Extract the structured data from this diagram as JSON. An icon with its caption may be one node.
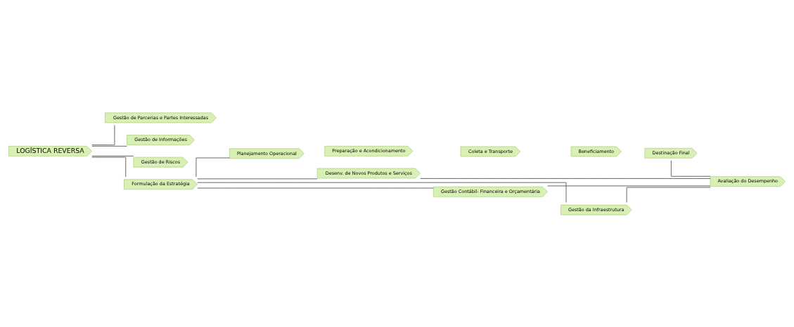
{
  "diagram": {
    "nodes": [
      {
        "text": [
          "LOGÍSTICA REVERSA"
        ]
      },
      {
        "text": [
          "Gestão de Parcerias e Partes Interessadas"
        ]
      },
      {
        "text": [
          "Gestão de Informações"
        ]
      },
      {
        "text": [
          "Gestão de Riscos"
        ]
      },
      {
        "text": [
          "Formulação da Estratégia"
        ]
      },
      {
        "text": [
          "Planejamento Operacional"
        ]
      },
      {
        "text": [
          "Preparação e Acondicionamento"
        ]
      },
      {
        "text": [
          "Coleta e Transporte"
        ]
      },
      {
        "text": [
          "Beneficiamento"
        ]
      },
      {
        "text": [
          "Destinação Final"
        ]
      },
      {
        "text": [
          "Desenv. de Novos Produtos e Serviços"
        ]
      },
      {
        "text": [
          "Gestão Contábil- Financeira e Orçamentária"
        ]
      },
      {
        "text": [
          "Gestão da Infraestrutura"
        ]
      },
      {
        "text": [
          "Avaliação do Desempenho"
        ]
      }
    ],
    "edges": [
      {
        "from": 0,
        "to": 1,
        "arrow": "none"
      },
      {
        "from": 0,
        "to": 2,
        "arrow": "none"
      },
      {
        "from": 0,
        "to": 3,
        "arrow": "none"
      },
      {
        "from": 0,
        "to": 4,
        "arrow": "none"
      },
      {
        "from": 4,
        "to": 5,
        "arrow": "none"
      },
      {
        "from": 4,
        "to": 10,
        "arrow": "none"
      },
      {
        "from": 4,
        "to": 11,
        "arrow": "none"
      },
      {
        "from": 4,
        "to": 12,
        "arrow": "none"
      },
      {
        "from": 9,
        "to": 13,
        "arrow": "none"
      },
      {
        "from": 10,
        "to": 13,
        "arrow": "none"
      },
      {
        "from": 11,
        "to": 13,
        "arrow": "none"
      },
      {
        "from": 12,
        "to": 13,
        "arrow": "none"
      }
    ]
  }
}
